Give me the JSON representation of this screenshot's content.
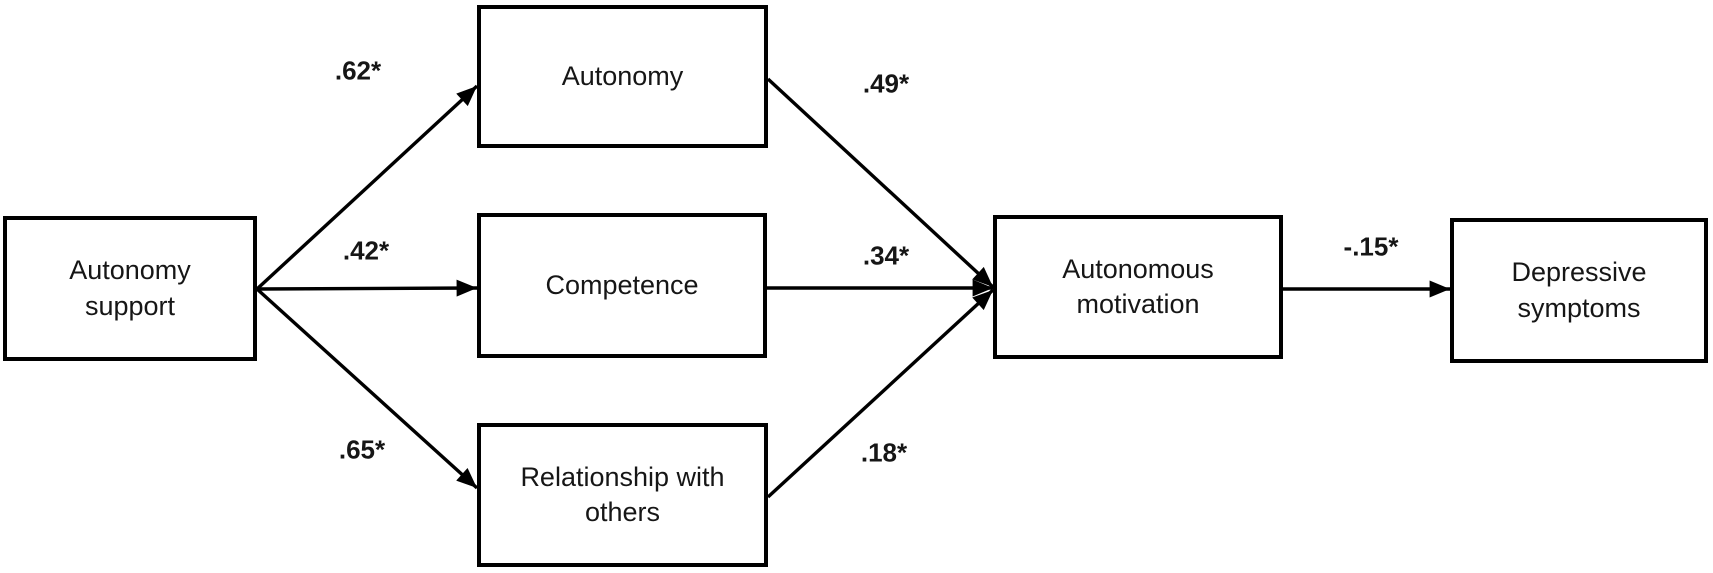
{
  "diagram": {
    "type": "path-model",
    "background_color": "#ffffff",
    "line_color": "#000000",
    "text_color": "#161616",
    "nodes": [
      {
        "id": "autonomy-support",
        "label": "Autonomy support"
      },
      {
        "id": "autonomy",
        "label": "Autonomy"
      },
      {
        "id": "competence",
        "label": "Competence"
      },
      {
        "id": "relationship-with-others",
        "label": "Relationship with others"
      },
      {
        "id": "autonomous-motivation",
        "label": "Autonomous motivation"
      },
      {
        "id": "depressive-symptoms",
        "label": "Depressive symptoms"
      }
    ],
    "edges": [
      {
        "from": "autonomy-support",
        "to": "autonomy",
        "coefficient": ".62*"
      },
      {
        "from": "autonomy-support",
        "to": "competence",
        "coefficient": ".42*"
      },
      {
        "from": "autonomy-support",
        "to": "relationship-with-others",
        "coefficient": ".65*"
      },
      {
        "from": "autonomy",
        "to": "autonomous-motivation",
        "coefficient": ".49*"
      },
      {
        "from": "competence",
        "to": "autonomous-motivation",
        "coefficient": ".34*"
      },
      {
        "from": "relationship-with-others",
        "to": "autonomous-motivation",
        "coefficient": ".18*"
      },
      {
        "from": "autonomous-motivation",
        "to": "depressive-symptoms",
        "coefficient": "-.15*"
      }
    ]
  }
}
